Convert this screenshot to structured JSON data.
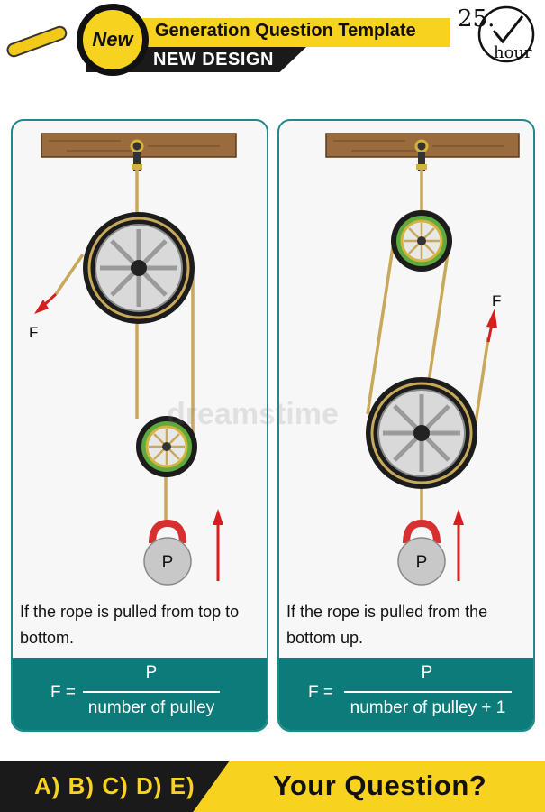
{
  "header": {
    "badge": "New",
    "title": "Generation Question Template",
    "subtitle": "NEW DESIGN",
    "clock_number": "25.",
    "clock_unit": "hour"
  },
  "panels": [
    {
      "force_label": "F",
      "weight_label": "P",
      "caption": "If the rope is pulled from top to bottom.",
      "formula": {
        "lhs": "F =",
        "numerator": "P",
        "denominator": "number of pulley"
      }
    },
    {
      "force_label": "F",
      "weight_label": "P",
      "caption": "If the rope is pulled from the bottom up.",
      "formula": {
        "lhs": "F =",
        "numerator": "P",
        "denominator": "number of pulley + 1"
      }
    }
  ],
  "footer": {
    "answers": "A) B) C) D) E)",
    "question": "Your Question?"
  },
  "watermark": "dreamstime",
  "colors": {
    "teal": "#0e7b7b",
    "yellow": "#f7d21e",
    "rope": "#c8a85a",
    "arrow_red": "#d81e1e"
  }
}
